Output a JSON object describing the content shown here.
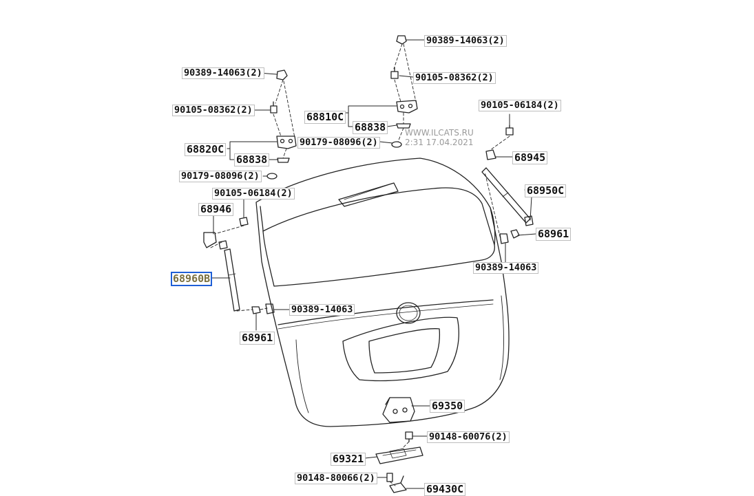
{
  "watermark": {
    "line1": "WWW.ILCATS.RU",
    "line2": "2:31 17.04.2021"
  },
  "parts": {
    "p01": "90389-14063(2)",
    "p02": "90105-08362(2)",
    "p03": "68810C",
    "p04": "68838",
    "p05": "90179-08096(2)",
    "p06": "90105-06184(2)",
    "p07": "68945",
    "p08": "68950C",
    "p09": "68961",
    "p10": "90389-14063",
    "p11": "90389-14063(2)",
    "p12": "90105-08362(2)",
    "p13": "68820C",
    "p14": "68838",
    "p15": "90179-08096(2)",
    "p16": "90105-06184(2)",
    "p17": "68946",
    "p18": "68960B",
    "p19": "90389-14063",
    "p20": "68961",
    "p21": "69350",
    "p22": "90148-60076(2)",
    "p23": "69321",
    "p24": "90148-80066(2)",
    "p25": "69430C"
  },
  "selected_part": "68960B"
}
